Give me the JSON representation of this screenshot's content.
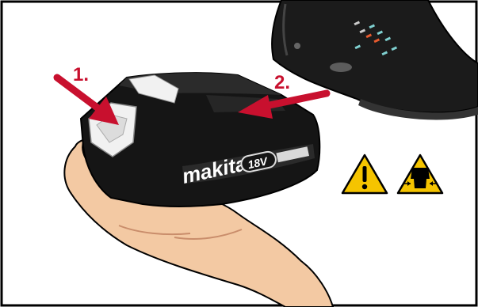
{
  "steps": [
    {
      "label": "1."
    },
    {
      "label": "2."
    }
  ],
  "battery": {
    "brand": "makita",
    "voltage": "18V"
  },
  "warnings": [
    {
      "icon": "exclamation-warning-icon"
    },
    {
      "icon": "hand-crush-warning-icon"
    }
  ],
  "colors": {
    "arrow": "#c8102e",
    "warning_fill": "#f5c400",
    "outline": "#000000",
    "skin": "#f3c9a3",
    "battery_body": "#151515"
  }
}
